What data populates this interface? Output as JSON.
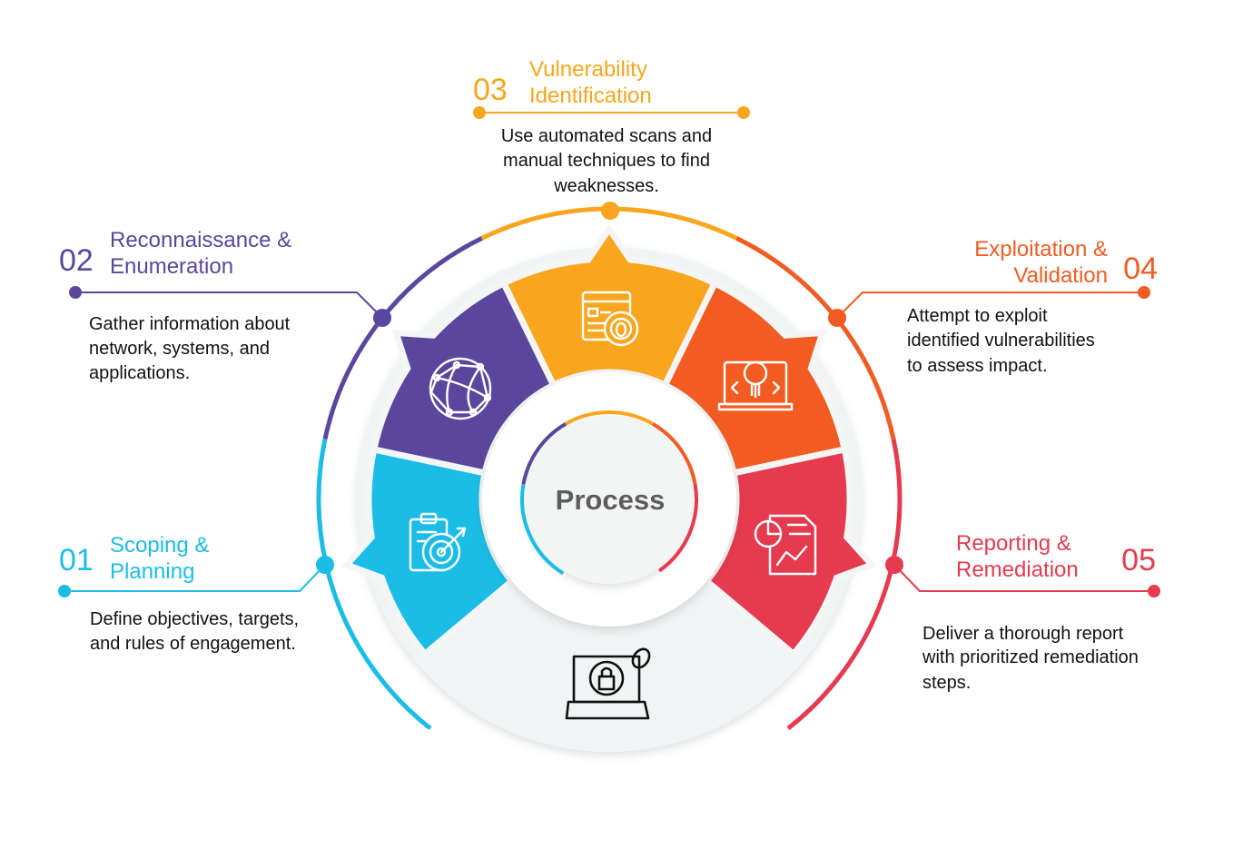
{
  "center_label": "Process",
  "colors": {
    "cyan": "#1bbde6",
    "purple": "#5a479d",
    "yellow": "#f9a61e",
    "orange": "#f25c23",
    "red": "#e63a4f",
    "ring": "#f1f4f4"
  },
  "steps": [
    {
      "number": "01",
      "title": [
        "Scoping &",
        "Planning"
      ],
      "description": [
        "Define objectives, targets,",
        "and rules of engagement."
      ],
      "color": "#1bbde6",
      "icon": "clipboard-target-icon"
    },
    {
      "number": "02",
      "title": [
        "Reconnaissance &",
        "Enumeration"
      ],
      "description": [
        "Gather information about",
        "network, systems, and",
        "applications."
      ],
      "color": "#5a479d",
      "icon": "globe-network-icon"
    },
    {
      "number": "03",
      "title": [
        "Vulnerability",
        "Identification"
      ],
      "description": [
        "Use automated scans and",
        "manual techniques to find",
        "weaknesses."
      ],
      "color": "#f9a61e",
      "icon": "bug-scan-icon"
    },
    {
      "number": "04",
      "title": [
        "Exploitation &",
        "Validation"
      ],
      "description": [
        "Attempt to exploit",
        "identified vulnerabilities",
        "to assess impact."
      ],
      "color": "#f25c23",
      "icon": "skull-laptop-icon"
    },
    {
      "number": "05",
      "title": [
        "Reporting &",
        "Remediation"
      ],
      "description": [
        "Deliver a thorough report",
        "with prioritized remediation",
        "steps."
      ],
      "color": "#e63a4f",
      "icon": "report-chart-icon"
    }
  ]
}
